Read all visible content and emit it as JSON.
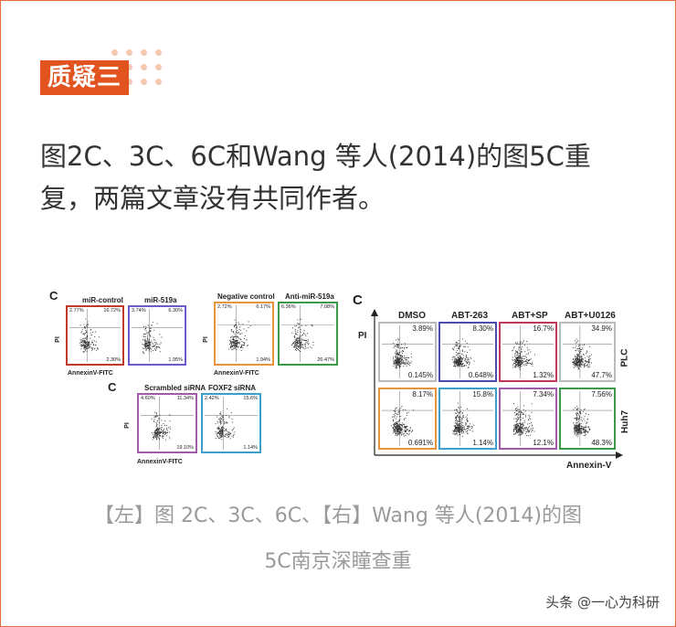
{
  "header": {
    "badge": "质疑三",
    "body": "图2C、3C、6C和Wang 等人(2014)的图5C重复，两篇文章没有共同作者。"
  },
  "left_figure": {
    "group1": {
      "letter": "C",
      "panels": [
        {
          "title": "miR-control",
          "ul": "2.77%",
          "ur": "16.72%",
          "lr": "2.30%",
          "border": "#c0392b"
        },
        {
          "title": "miR-519a",
          "ul": "3.74%",
          "ur": "6.30%",
          "lr": "1.95%",
          "border": "#6a5acd"
        }
      ],
      "xlabel": "AnnexinV-FITC",
      "ylabel": "PI"
    },
    "group2": {
      "letter": "",
      "panels": [
        {
          "title": "Negative control",
          "ul": "2.72%",
          "ur": "6.17%",
          "lr": "1.94%",
          "border": "#e8943a"
        },
        {
          "title": "Anti-miR-519a",
          "ul": "6.36%",
          "ur": "7.08%",
          "lr": "26.47%",
          "border": "#3a9a4a"
        }
      ],
      "xlabel": "AnnexinV-FITC",
      "ylabel": "PI"
    },
    "group3": {
      "letter": "C",
      "panels": [
        {
          "title": "Scrambled siRNA",
          "ul": "4.60%",
          "ur": "11.34%",
          "lr": "19.10%",
          "border": "#a05aa8"
        },
        {
          "title": "FOXF2 siRNA",
          "ul": "2.42%",
          "ur": "15.6%",
          "lr": "1.14%",
          "border": "#3aa0c8"
        }
      ],
      "xlabel": "AnnexinV-FITC",
      "ylabel": "PI"
    }
  },
  "right_figure": {
    "letter": "C",
    "columns": [
      "DMSO",
      "ABT-263",
      "ABT+SP",
      "ABT+U0126"
    ],
    "rows": [
      "PLC",
      "Huh7"
    ],
    "ylabel": "PI",
    "xlabel": "Annexin-V",
    "panels": [
      {
        "ur": "3.89%",
        "lr": "0.145%",
        "border": "#bbbbbb"
      },
      {
        "ur": "8.30%",
        "lr": "0.648%",
        "border": "#4b4bb0"
      },
      {
        "ur": "16.7%",
        "lr": "1.32%",
        "border": "#c0395a"
      },
      {
        "ur": "34.9%",
        "lr": "47.7%",
        "border": "#bbbbbb"
      },
      {
        "ur": "8.17%",
        "lr": "0.691%",
        "border": "#e8943a"
      },
      {
        "ur": "15.8%",
        "lr": "1.14%",
        "border": "#3aa0c8"
      },
      {
        "ur": "7.34%",
        "lr": "12.1%",
        "border": "#a05aa8"
      },
      {
        "ur": "7.56%",
        "lr": "48.3%",
        "border": "#3a9a4a"
      }
    ]
  },
  "caption": {
    "line1": "【左】图 2C、3C、6C、【右】Wang 等人(2014)的图",
    "line2": "5C南京深瞳查重"
  },
  "attribution": "头条 @一心为科研",
  "colors": {
    "accent": "#e2541f",
    "frame": "#e86a3a",
    "caption": "#9a9a9a"
  }
}
